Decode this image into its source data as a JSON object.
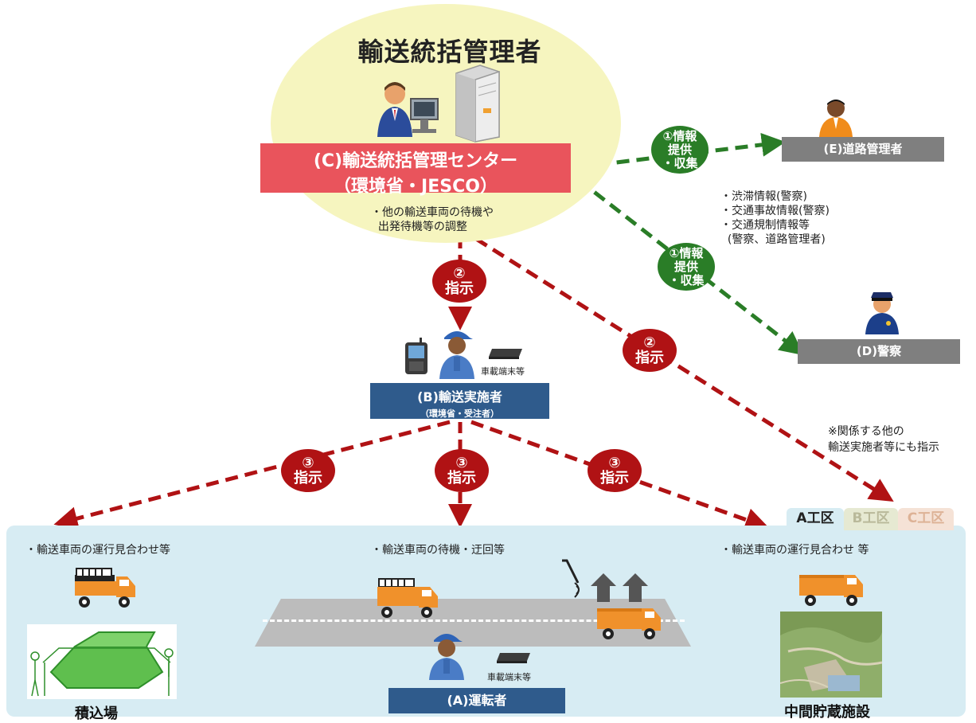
{
  "top": {
    "title": "輸送統括管理者",
    "center_line1": "(C)輸送統括管理センター",
    "center_line2": "（環境省・JESCO）",
    "center_note": "・他の輸送車両の待機や\n  出発待機等の調整"
  },
  "road_manager": {
    "label": "(E)道路管理者"
  },
  "police": {
    "label": "(D)警察"
  },
  "info_note": "・渋滞情報(警察)\n・交通事故情報(警察)\n・交通規制情報等\n  (警察、道路管理者)",
  "badges": {
    "info1": [
      "①情報",
      "提供",
      "・収集"
    ],
    "info2": [
      "①情報",
      "提供",
      "・収集"
    ],
    "instr2a": [
      "②",
      "指示"
    ],
    "instr2b": [
      "②",
      "指示"
    ],
    "instr3a": [
      "③",
      "指示"
    ],
    "instr3b": [
      "③",
      "指示"
    ],
    "instr3c": [
      "③",
      "指示"
    ]
  },
  "implementer": {
    "label": "(B)輸送実施者",
    "sublabel": "（環境省・受注者）",
    "terminal": "車載端末等"
  },
  "other_note": "※関係する他の\n輸送実施者等にも指示",
  "zones": [
    "A工区",
    "B工区",
    "C工区"
  ],
  "bottom": {
    "left_note": "・輸送車両の運行見合わせ等",
    "middle_note": "・輸送車両の待機・迂回等",
    "right_note": "・輸送車両の運行見合わせ 等",
    "left_caption": "積込場",
    "right_caption": "中間貯蔵施設",
    "driver_label": "(A)運転者",
    "driver_terminal": "車載端末等"
  },
  "colors": {
    "green_arrow": "#2a7d27",
    "red_arrow": "#b01214",
    "center_red": "#e9545c",
    "navy": "#2f5b8c",
    "truck_orange": "#f0912b"
  }
}
